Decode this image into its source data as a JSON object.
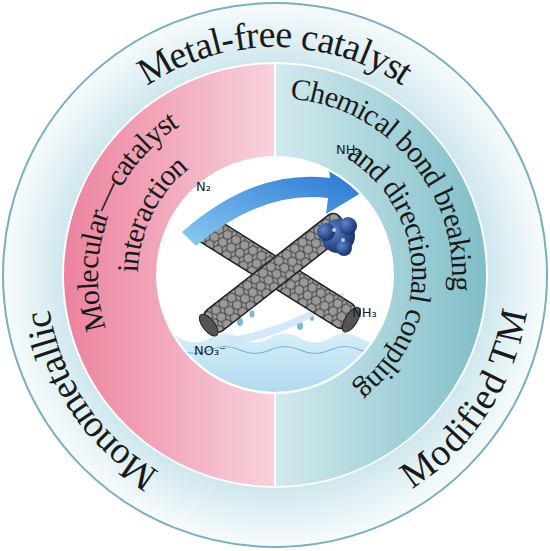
{
  "diagram": {
    "nodes": [
      {
        "text": [
          "Metal-free catalyst",
          "Monometallic",
          "Modified TM"
        ]
      },
      {
        "text": [
          "Molecular—catalyst interaction"
        ],
        "in": 0
      },
      {
        "text": [
          "Chemical bond breaking and directional coupling"
        ],
        "in": 0
      }
    ],
    "labels": [
      "N₂",
      "NH₃",
      "NH₃",
      "NO₃⁻"
    ]
  }
}
